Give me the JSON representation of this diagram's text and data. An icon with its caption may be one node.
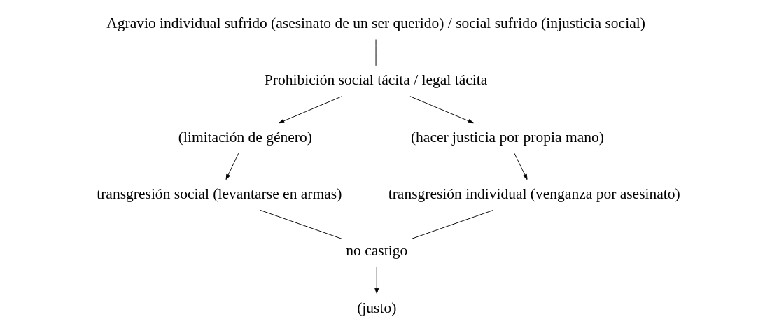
{
  "diagram": {
    "nodes": [
      {
        "text": [
          "Agravio individual sufrido (asesinato de un ser querido) / social sufrido (injusticia social)"
        ]
      },
      {
        "text": [
          "Prohibición social tácita / legal tácita"
        ]
      },
      {
        "text": [
          "(limitación de género)"
        ]
      },
      {
        "text": [
          "(hacer justicia por propia mano)"
        ]
      },
      {
        "text": [
          "transgresión social (levantarse en armas)"
        ]
      },
      {
        "text": [
          "transgresión individual (venganza por asesinato)"
        ]
      },
      {
        "text": [
          "no castigo"
        ]
      },
      {
        "text": [
          "(justo)"
        ]
      }
    ],
    "edges": [
      {
        "from": 0,
        "to": 1,
        "arrow": "none"
      },
      {
        "from": 1,
        "to": 2,
        "arrow": "to"
      },
      {
        "from": 1,
        "to": 3,
        "arrow": "to"
      },
      {
        "from": 2,
        "to": 4,
        "arrow": "to"
      },
      {
        "from": 3,
        "to": 5,
        "arrow": "to"
      },
      {
        "from": 4,
        "to": 6,
        "arrow": "none"
      },
      {
        "from": 5,
        "to": 6,
        "arrow": "none"
      },
      {
        "from": 6,
        "to": 7,
        "arrow": "to"
      }
    ]
  }
}
